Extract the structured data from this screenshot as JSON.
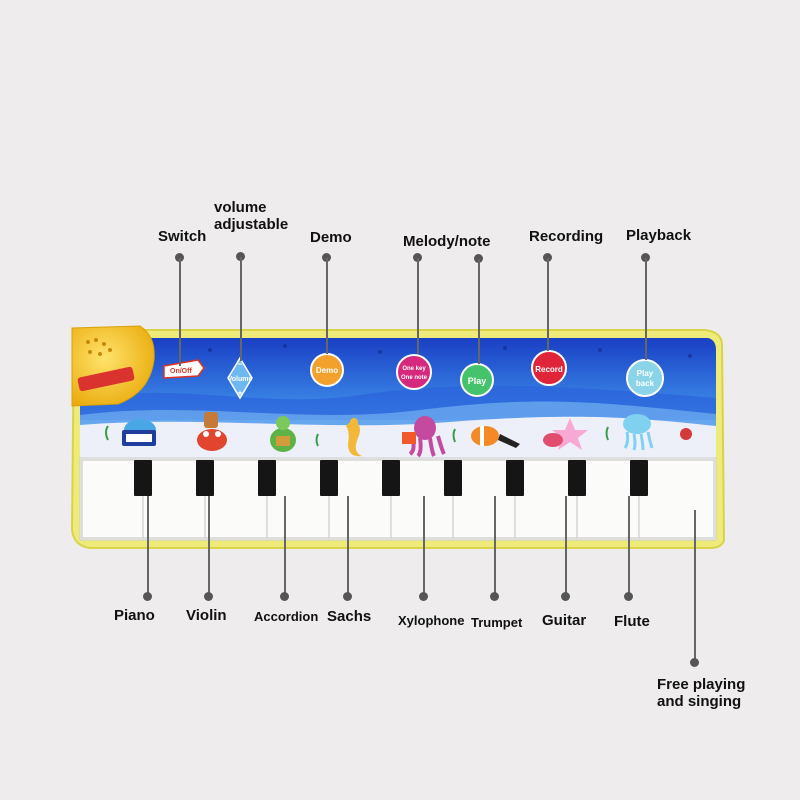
{
  "top_labels": {
    "switch": "Switch",
    "volume": "volume adjustable",
    "demo": "Demo",
    "melody": "Melody/note",
    "recording": "Recording",
    "playback": "Playback"
  },
  "bottom_labels": {
    "piano": "Piano",
    "violin": "Violin",
    "accordion": "Accordion",
    "sachs": "Sachs",
    "xylophone": "Xylophone",
    "trumpet": "Trumpet",
    "guitar": "Guitar",
    "flute": "Flute",
    "free": "Free playing and singing"
  },
  "mat_buttons": {
    "switch_tag": "On/Off",
    "volume": "Volume",
    "demo": "Demo",
    "melody_line1": "One key",
    "melody_line2": "One note",
    "play": "Play",
    "record": "Record",
    "playback_line1": "Play",
    "playback_line2": "back"
  },
  "colors": {
    "background": "#eeecec",
    "mat_border": "#e8e35a",
    "sea_top": "#1e4fd0",
    "sea_light": "#8fc4f4",
    "sand": "#e9ecf7",
    "demo_button": "#f2a12d",
    "melody_button": "#d6287d",
    "play_button": "#44c36a",
    "record_button": "#e0243a",
    "playback_button": "#8bd3e8",
    "speaker": "#f5c517"
  },
  "icons": [
    "speaker-icon",
    "dolphin-icon",
    "crab-icon",
    "turtle-icon",
    "seahorse-icon",
    "octopus-icon",
    "fish-icon",
    "starfish-icon",
    "jellyfish-icon"
  ]
}
